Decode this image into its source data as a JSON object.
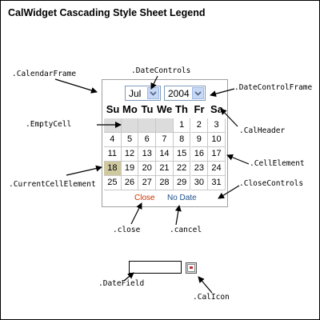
{
  "title": "CalWidget Cascading Style Sheet Legend",
  "labels": {
    "calendar_frame": ".CalendarFrame",
    "date_controls": ".DateControls",
    "date_control_frame": ".DateControlFrame",
    "empty_cell": ".EmptyCell",
    "cal_header": ".CalHeader",
    "cell_element": ".CellElement",
    "current_cell_element": ".CurrentCellElement",
    "close_controls": ".CloseControls",
    "close": ".close",
    "cancel": ".cancel",
    "date_field": ".DateField",
    "cal_icon": ".CalIcon"
  },
  "calendar": {
    "month": "Jul",
    "year": "2004",
    "weekdays": [
      "Su",
      "Mo",
      "Tu",
      "We",
      "Th",
      "Fr",
      "Sa"
    ],
    "days": [
      "1",
      "2",
      "3",
      "4",
      "5",
      "6",
      "7",
      "8",
      "9",
      "10",
      "11",
      "12",
      "13",
      "14",
      "15",
      "16",
      "17",
      "18",
      "19",
      "20",
      "21",
      "22",
      "23",
      "24",
      "25",
      "26",
      "27",
      "28",
      "29",
      "30",
      "31"
    ],
    "leading_empty_cells": 4,
    "current_day": "18",
    "close_label": "Close",
    "cancel_label": "No Date"
  },
  "colors": {
    "frame_border": "#a0a0a0",
    "empty_cell": "#dcdcdc",
    "current_cell": "#cfc9a0",
    "close_link": "#cc3300",
    "cancel_link": "#1a4f8a"
  },
  "date_field_value": ""
}
